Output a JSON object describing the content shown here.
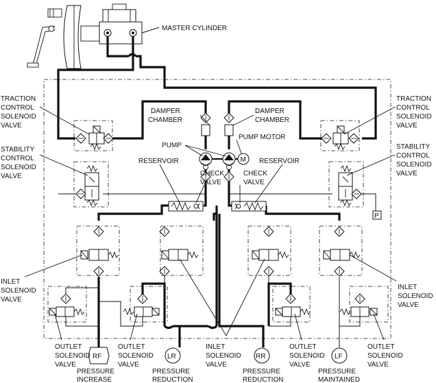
{
  "labels": {
    "master_cylinder": "MASTER CYLINDER",
    "traction_left": [
      "TRACTION",
      "CONTROL",
      "SOLENOID",
      "VALVE"
    ],
    "traction_right": [
      "TRACTION",
      "CONTROL",
      "SOLENOID",
      "VALVE"
    ],
    "stability_left": [
      "STABILITY",
      "CONTROL",
      "SOLENOID",
      "VALVE"
    ],
    "stability_right": [
      "STABILITY",
      "CONTROL",
      "SOLENOID",
      "VALVE"
    ],
    "damper_left": [
      "DAMPER",
      "CHAMBER"
    ],
    "damper_right": [
      "DAMPER",
      "CHAMBER"
    ],
    "pump": "PUMP",
    "pump_motor": "PUMP MOTOR",
    "motor_symbol": "M",
    "reservoir_left": "RESERVOIR",
    "reservoir_right": "RESERVOIR",
    "check_left": [
      "CHECK",
      "VALVE"
    ],
    "check_right": [
      "CHECK",
      "VALVE"
    ],
    "pressure_switch": "P",
    "inlet_left": [
      "INLET",
      "SOLENOID",
      "VALVE"
    ],
    "inlet_right": [
      "INLET",
      "SOLENOID",
      "VALVE"
    ],
    "inlet_center": [
      "INLET",
      "SOLENOID",
      "VALVE"
    ],
    "outlet_1": [
      "OUTLET",
      "SOLENOID",
      "VALVE"
    ],
    "outlet_2": [
      "OUTLET",
      "SOLENOID",
      "VALVE"
    ],
    "outlet_3": [
      "OUTLET",
      "SOLENOID",
      "VALVE"
    ],
    "outlet_4": [
      "OUTLET",
      "SOLENOID",
      "VALVE"
    ]
  },
  "wheels": [
    {
      "code": "RF",
      "caption": [
        "PRESSURE",
        "INCREASE"
      ]
    },
    {
      "code": "LR",
      "caption": [
        "PRESSURE",
        "REDUCTION"
      ]
    },
    {
      "code": "RR",
      "caption": [
        "PRESSURE",
        "REDUCTION"
      ]
    },
    {
      "code": "LF",
      "caption": [
        "PRESSURE",
        "MAINTAINED"
      ]
    }
  ]
}
